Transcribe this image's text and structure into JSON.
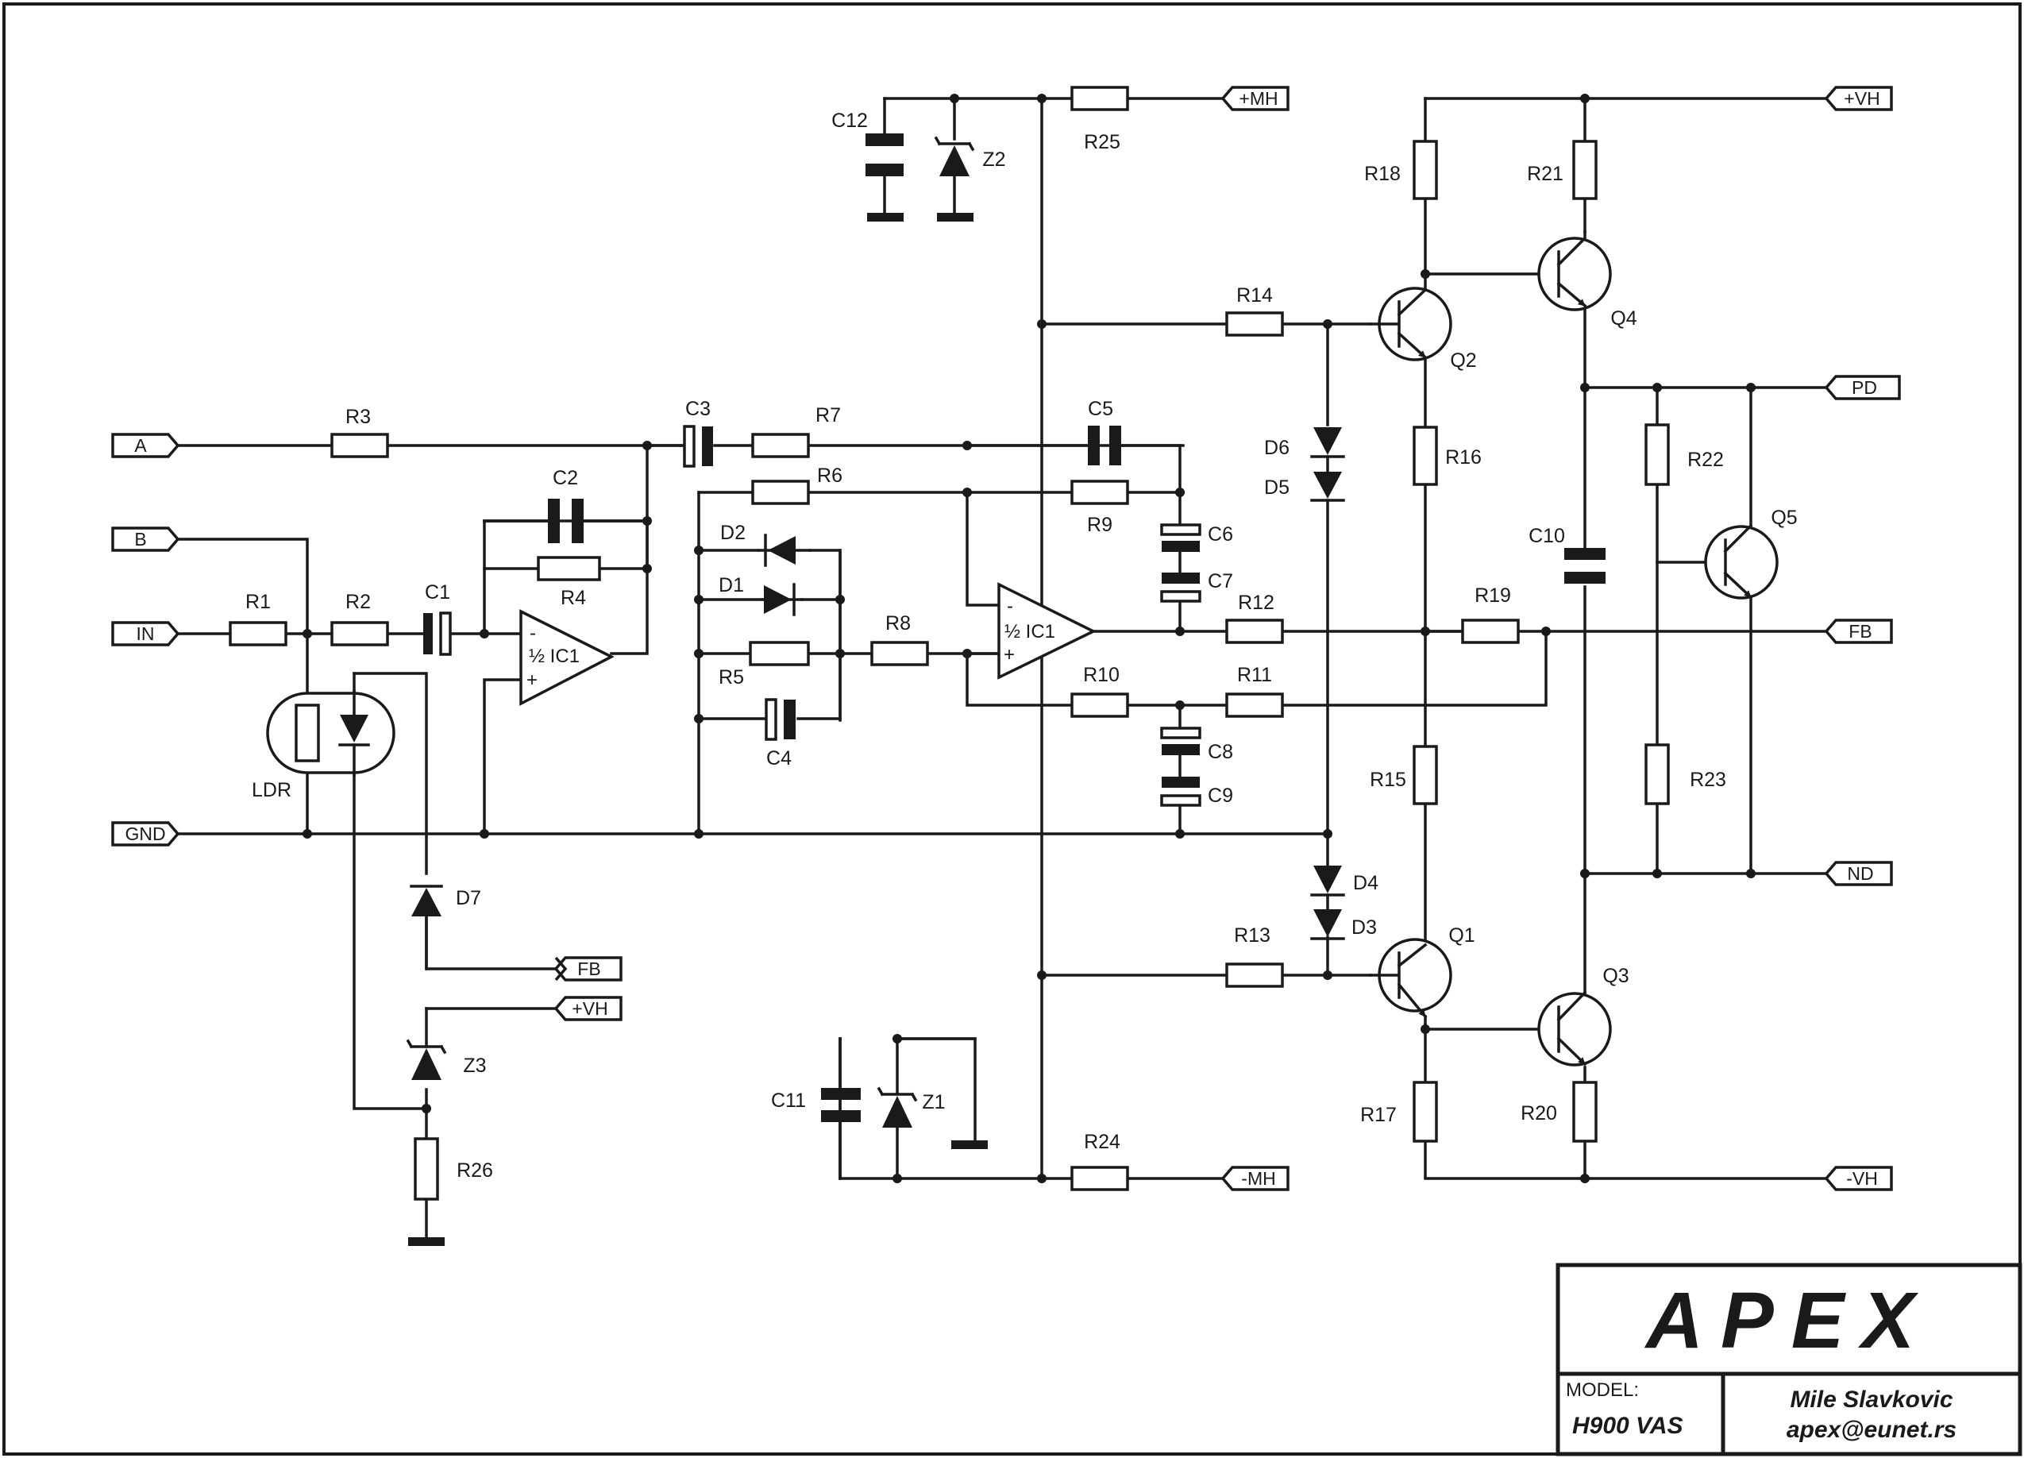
{
  "title_block": {
    "brand": "APEX",
    "model_label": "MODEL:",
    "model_value": "H900 VAS",
    "author": "Mile Slavkovic",
    "email": "apex@eunet.rs"
  },
  "ports": {
    "A": "A",
    "B": "B",
    "IN": "IN",
    "GND": "GND",
    "FB_left": "FB",
    "VH_left": "+VH",
    "PMH": "+MH",
    "NMH": "-MH",
    "PVH": "+VH",
    "PD": "PD",
    "FB_right": "FB",
    "ND": "ND",
    "NVH": "-VH"
  },
  "resistors": {
    "R1": "R1",
    "R2": "R2",
    "R3": "R3",
    "R4": "R4",
    "R5": "R5",
    "R6": "R6",
    "R7": "R7",
    "R8": "R8",
    "R9": "R9",
    "R10": "R10",
    "R11": "R11",
    "R12": "R12",
    "R13": "R13",
    "R14": "R14",
    "R15": "R15",
    "R16": "R16",
    "R17": "R17",
    "R18": "R18",
    "R19": "R19",
    "R20": "R20",
    "R21": "R21",
    "R22": "R22",
    "R23": "R23",
    "R24": "R24",
    "R25": "R25",
    "R26": "R26"
  },
  "capacitors": {
    "C1": "C1",
    "C2": "C2",
    "C3": "C3",
    "C4": "C4",
    "C5": "C5",
    "C6": "C6",
    "C7": "C7",
    "C8": "C8",
    "C9": "C9",
    "C10": "C10",
    "C11": "C11",
    "C12": "C12"
  },
  "diodes": {
    "D1": "D1",
    "D2": "D2",
    "D3": "D3",
    "D4": "D4",
    "D5": "D5",
    "D6": "D6",
    "D7": "D7",
    "Z1": "Z1",
    "Z2": "Z2",
    "Z3": "Z3"
  },
  "transistors": {
    "Q1": "Q1",
    "Q2": "Q2",
    "Q3": "Q3",
    "Q4": "Q4",
    "Q5": "Q5"
  },
  "opamps": {
    "IC1a": "½ IC1",
    "IC1b": "½ IC1",
    "minus": "-",
    "plus": "+"
  },
  "misc": {
    "LDR": "LDR"
  }
}
